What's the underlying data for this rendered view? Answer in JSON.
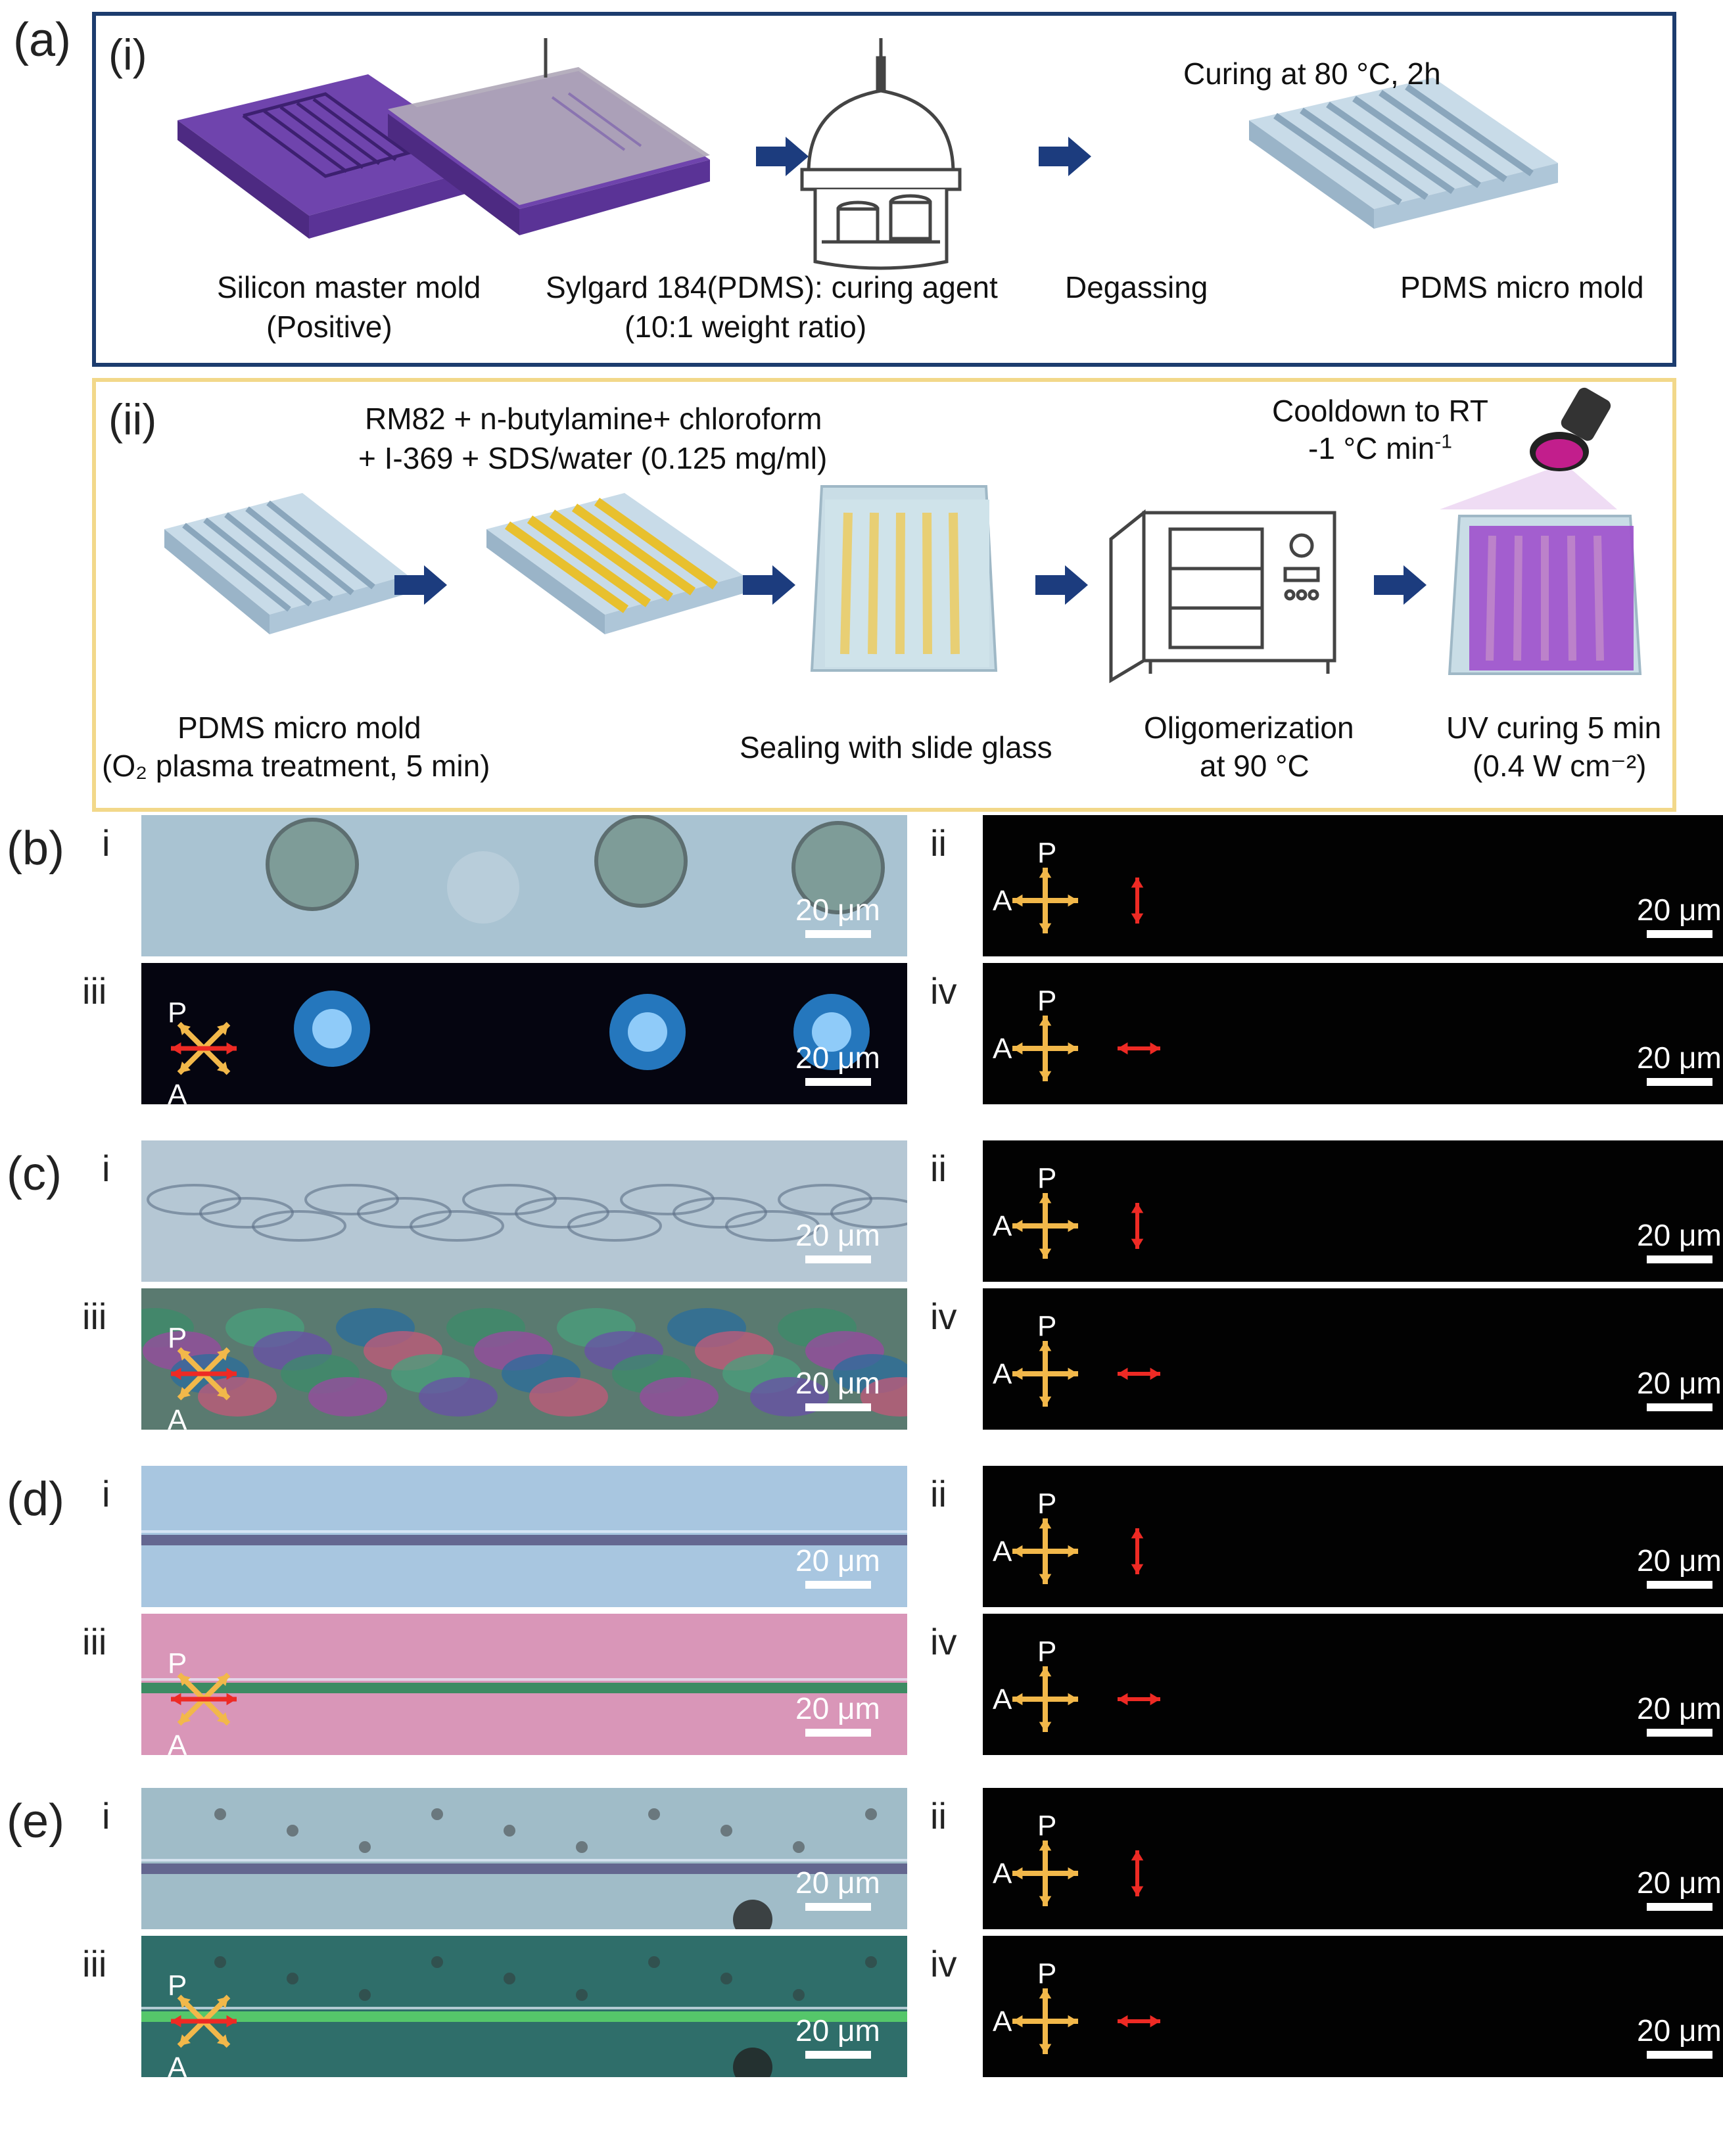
{
  "panel_a": {
    "label": "(a)",
    "section_i": {
      "label": "(i)",
      "steps": [
        {
          "caption": [
            "Silicon master mold",
            "(Positive)"
          ]
        },
        {
          "caption": [
            "Sylgard 184(PDMS): curing agent",
            "(10:1 weight ratio)"
          ]
        },
        {
          "caption": [
            "Degassing"
          ]
        },
        {
          "caption": [
            "PDMS micro mold"
          ]
        }
      ],
      "curing_note": "Curing at 80 °C, 2h"
    },
    "section_ii": {
      "label": "(ii)",
      "recipe_line1": "RM82 + n-butylamine+ chloroform",
      "recipe_line2": "+ I-369 + SDS/water (0.125 mg/ml)",
      "cooldown_line1": "Cooldown to RT",
      "cooldown_line2": "-1 °C min",
      "cooldown_sup": "-1",
      "steps": [
        {
          "caption": [
            "PDMS micro mold",
            "(O₂ plasma treatment, 5 min)"
          ]
        },
        {
          "caption": []
        },
        {
          "caption": [
            "Sealing with slide glass"
          ]
        },
        {
          "caption": [
            "Oligomerization",
            "at 90 °C"
          ]
        },
        {
          "caption": [
            "UV curing 5 min",
            "(0.4 W cm⁻²)"
          ]
        }
      ]
    }
  },
  "micro_panels": [
    {
      "label": "(b)",
      "scale": "20 μm",
      "P": "P",
      "A": "A",
      "sub": [
        "i",
        "ii",
        "iii",
        "iv"
      ]
    },
    {
      "label": "(c)",
      "scale": "20 μm",
      "P": "P",
      "A": "A",
      "sub": [
        "i",
        "ii",
        "iii",
        "iv"
      ]
    },
    {
      "label": "(d)",
      "scale": "20 μm",
      "P": "P",
      "A": "A",
      "sub": [
        "i",
        "ii",
        "iii",
        "iv"
      ]
    },
    {
      "label": "(e)",
      "scale": "20 μm",
      "P": "P",
      "A": "A",
      "sub": [
        "i",
        "ii",
        "iii",
        "iv"
      ]
    }
  ],
  "colors": {
    "frame_i": "#1c3c6e",
    "frame_ii": "#f2d88a",
    "arrow_blue": "#1c3c7e",
    "analyzer_arrow": "#f2b84a",
    "sample_arrow": "#ee2a24",
    "purple_mold": "#6a3ca0",
    "pdms": "#b6cfe0",
    "rm82_yellow": "#e8c02e"
  }
}
